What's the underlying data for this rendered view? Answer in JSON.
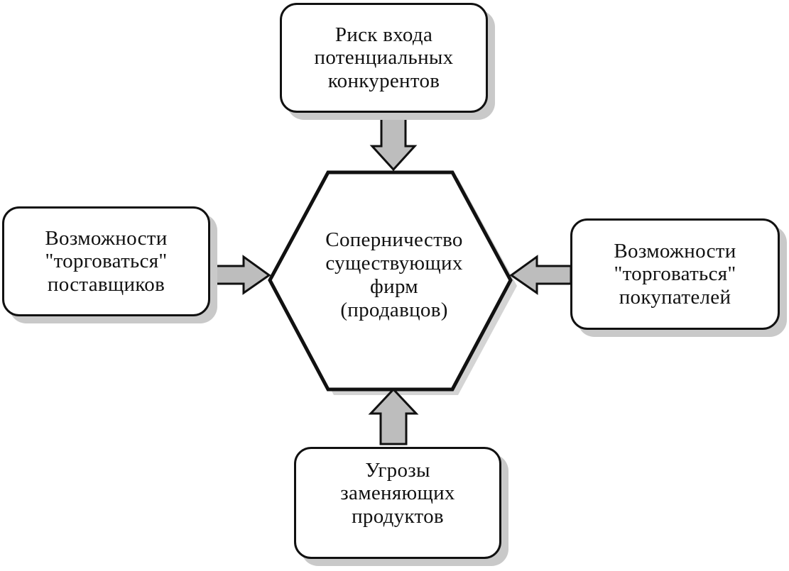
{
  "center": {
    "lines": [
      "Соперничество",
      "существующих",
      "фирм",
      "(продавцов)"
    ]
  },
  "top": {
    "lines": [
      "Риск  входа",
      "потенциальных",
      "конкурентов"
    ]
  },
  "left": {
    "lines": [
      "Возможности",
      "\"торговаться\"",
      "поставщиков"
    ]
  },
  "right": {
    "lines": [
      "Возможности",
      "\"торговаться\"",
      "покупателей"
    ]
  },
  "bottom": {
    "lines": [
      "Угрозы",
      "заменяющих",
      "продуктов"
    ]
  },
  "colors": {
    "stroke": "#111111",
    "arrow_fill": "#bdbdbd",
    "shadow": "#c9c9c9",
    "background": "#ffffff"
  }
}
